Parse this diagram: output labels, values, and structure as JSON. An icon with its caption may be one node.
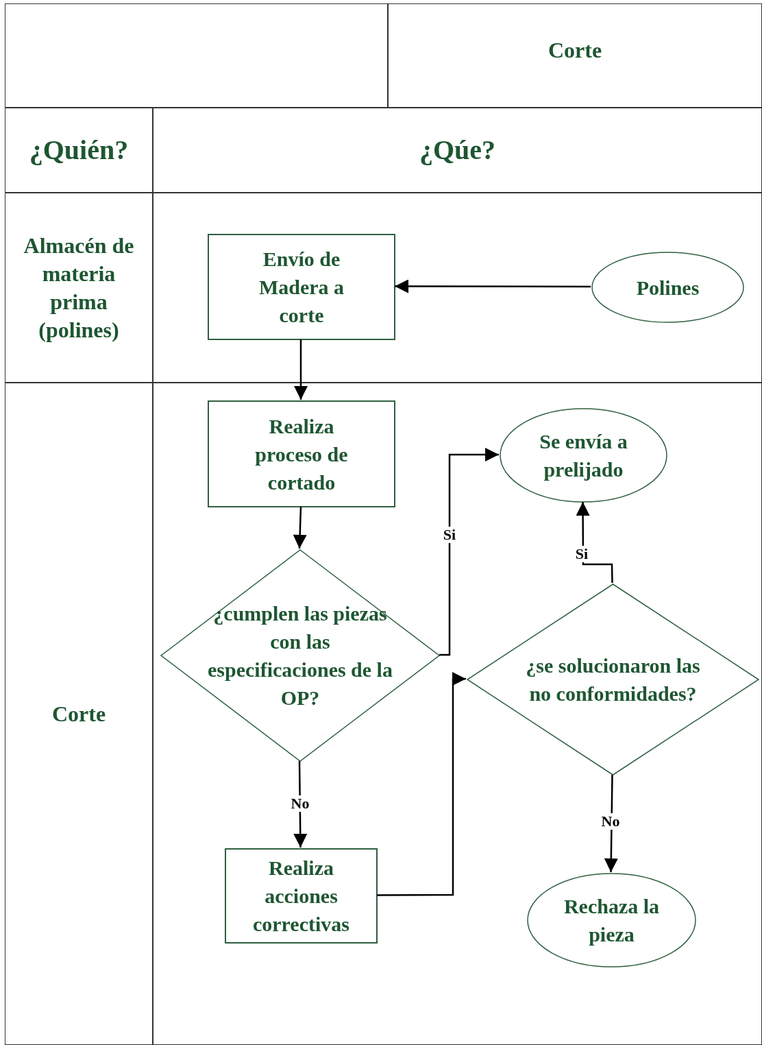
{
  "diagram": {
    "nodes": [
      {
        "text": [],
        "shape": "box"
      },
      {
        "text": [
          "Corte"
        ]
      },
      {
        "text": [
          "¿Quién?"
        ]
      },
      {
        "text": [
          "¿Qúe?"
        ]
      },
      {
        "text": [
          "Almacén de materia prima (polines)"
        ]
      },
      {
        "text": [],
        "shape": "box"
      },
      {
        "text": [
          "Corte"
        ]
      },
      {
        "text": [],
        "shape": "box"
      },
      {
        "text": [
          "Envío de Madera a corte"
        ],
        "in": 5
      },
      {
        "text": [
          "Polines"
        ],
        "in": 5
      },
      {
        "text": [
          "Realiza proceso de cortado"
        ],
        "in": 7
      },
      {
        "text": [
          "Se  envía a prelijado"
        ],
        "in": 7
      },
      {
        "text": [
          "¿cumplen las piezas con las especificaciones de la OP?"
        ],
        "in": 7
      },
      {
        "text": [
          "¿se solucionaron las no conformidades?"
        ],
        "in": 7
      },
      {
        "text": [
          "Realiza acciones correctivas"
        ],
        "in": 7
      },
      {
        "text": [
          "Rechaza la pieza"
        ],
        "in": 7
      }
    ],
    "edges": [
      {
        "from": 9,
        "to": 8,
        "arrow": "to"
      },
      {
        "from": 8,
        "to": 10,
        "arrow": "to"
      },
      {
        "from": 10,
        "to": 12,
        "arrow": "to"
      },
      {
        "from": 12,
        "to": 11,
        "arrow": "to",
        "label": "Si"
      },
      {
        "from": 12,
        "to": 14,
        "arrow": "to",
        "label": "No"
      },
      {
        "from": 14,
        "to": 13,
        "arrow": "to"
      },
      {
        "from": 13,
        "to": 11,
        "arrow": "to",
        "label": "Si"
      },
      {
        "from": 13,
        "to": 15,
        "arrow": "to",
        "label": "No"
      }
    ]
  }
}
